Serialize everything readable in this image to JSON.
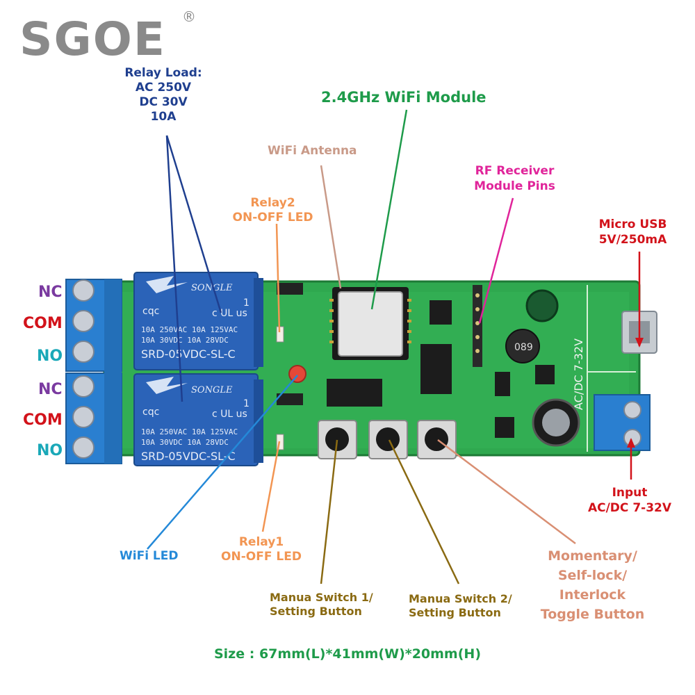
{
  "brand": {
    "logo": "SGOE",
    "registered": "®"
  },
  "colors": {
    "navy": "#1f3f8f",
    "green": "#1e9b4a",
    "tan": "#c99a88",
    "magenta": "#e0249a",
    "orange": "#f29552",
    "red": "#d2121a",
    "blue": "#2489d8",
    "olive": "#8a6a12",
    "salmon": "#d98f73",
    "purple": "#7a3aa0",
    "cyan": "#1aa8b8",
    "pcb": "#2fa84f",
    "terminal": "#2a7fd0",
    "relay": "#2b63b8"
  },
  "labels": {
    "relay_load": [
      "Relay Load:",
      "AC 250V",
      "DC 30V",
      "10A"
    ],
    "wifi_module": "2.4GHz WiFi Module",
    "wifi_antenna": "WiFi Antenna",
    "rf_receiver": [
      "RF Receiver",
      "Module Pins"
    ],
    "relay2_led": [
      "Relay2",
      "ON-OFF LED"
    ],
    "micro_usb": [
      "Micro USB",
      "5V/250mA"
    ],
    "input": [
      "Input",
      "AC/DC 7-32V"
    ],
    "wifi_led": "WiFi LED",
    "relay1_led": [
      "Relay1",
      "ON-OFF LED"
    ],
    "toggle_button": [
      "Momentary/",
      "Self-lock/",
      "Interlock",
      "Toggle Button"
    ],
    "switch1": [
      "Manua Switch 1/",
      "Setting Button"
    ],
    "switch2": [
      "Manua Switch 2/",
      "Setting Button"
    ],
    "size": "Size : 67mm(L)*41mm(W)*20mm(H)"
  },
  "terminals": {
    "top": [
      "NC",
      "COM",
      "NO"
    ],
    "bottom": [
      "NC",
      "COM",
      "NO"
    ]
  },
  "board_text": {
    "relay_brand": "SONGLE",
    "relay_spec_a": "10A 250VAC  10A 125VAC",
    "relay_spec_b": "10A  30VDC  10A  28VDC",
    "relay_model": "SRD-05VDC-SL-C",
    "cert": "cqc",
    "ul": "c UL us",
    "relay_num": "1",
    "acdc": "AC/DC 7-32V",
    "inductor": "089"
  }
}
